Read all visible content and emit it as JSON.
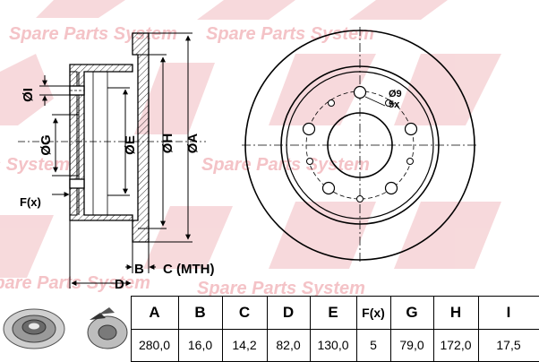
{
  "watermark": {
    "brand_text": "Spare Parts System",
    "color": "#f2c9cc"
  },
  "side_view_labels": {
    "i": "ØI",
    "g": "ØG",
    "e": "ØE",
    "h": "ØH",
    "a": "ØA",
    "f": "F(x)",
    "b": "B",
    "c": "C (MTH)",
    "d": "D"
  },
  "front_view_labels": {
    "hole_diameter": "Ø9",
    "hole_count": "5x"
  },
  "specs_table": {
    "headers": [
      "A",
      "B",
      "C",
      "D",
      "E",
      "F(x)",
      "G",
      "H",
      "I"
    ],
    "values": [
      "280,0",
      "16,0",
      "14,2",
      "82,0",
      "130,0",
      "5",
      "79,0",
      "172,0",
      "17,5"
    ]
  }
}
